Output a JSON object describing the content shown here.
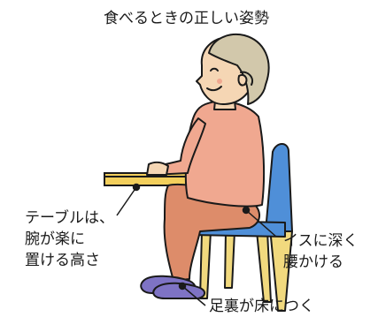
{
  "title": "食べるときの正しい姿勢",
  "callouts": {
    "table_lines": [
      "テーブルは、",
      "腕が楽に",
      "置ける高さ"
    ],
    "chair_lines": [
      "イスに深く",
      "腰かける"
    ],
    "feet_line": "足裏が床につく"
  },
  "colors": {
    "skin": "#f5d6b4",
    "hair": "#d2c8ab",
    "shirt": "#f0a890",
    "pants": "#dd8c6a",
    "chair": "#4f8fd8",
    "chair_legs": "#f1d97e",
    "table": "#f3cf5c",
    "slippers": "#7e73c4",
    "outline": "#1a1a1a"
  }
}
